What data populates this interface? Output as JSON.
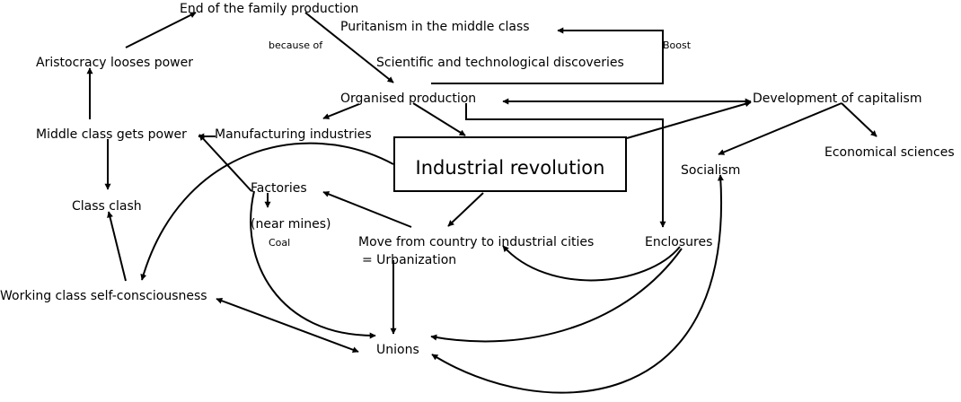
{
  "nodes": {
    "end_family_production": "End of the family production",
    "puritanism": "Puritanism in the middle class",
    "because_of": "because of",
    "boost": "Boost",
    "aristocracy": "Aristocracy looses power",
    "scientific": "Scientific and technological discoveries",
    "organised_production": "Organised production",
    "development_capitalism": "Development of capitalism",
    "middle_class_power": "Middle class gets power",
    "manufacturing": "Manufacturing industries",
    "industrial_revolution": "Industrial revolution",
    "economical_sciences": "Economical sciences",
    "socialism": "Socialism",
    "factories": "Factories",
    "class_clash": "Class clash",
    "near_mines": "(near mines)",
    "coal": "Coal",
    "move_country": "Move from country to industrial cities",
    "urbanization": "= Urbanization",
    "enclosures": "Enclosures",
    "working_class": "Working class self-consciousness",
    "unions": "Unions"
  },
  "colors": {
    "ink": "#000000",
    "background": "#ffffff"
  }
}
